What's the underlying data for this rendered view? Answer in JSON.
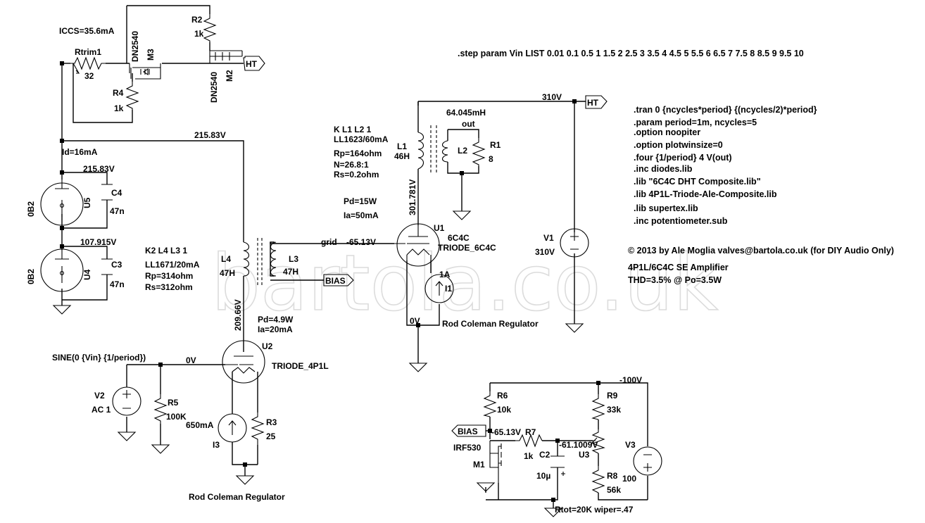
{
  "watermark": "bartola.co.uk",
  "directives": [
    ".step param Vin  LIST 0.01 0.1 0.5 1 1.5 2 2.5 3 3.5 4 4.5 5 5.5 6 6.5 7 7.5 8 8.5 9 9.5 10",
    ".tran 0 {ncycles*period} {(ncycles/2)*period}",
    ".param period=1m, ncycles=5",
    ".option noopiter",
    ".option plotwinsize=0",
    ".four {1/period} 4 V(out)",
    ".inc diodes.lib",
    ".lib \"6C4C DHT Composite.lib\"",
    ".lib 4P1L-Triode-Ale-Composite.lib",
    ".lib supertex.lib",
    ".inc potentiometer.sub"
  ],
  "credits": [
    "© 2013 by Ale Moglia valves@bartola.co.uk (for DIY Audio Only)",
    "4P1L/6C4C SE Amplifier",
    "THD=3.5% @ Po=3.5W"
  ],
  "labels": {
    "iccs": "ICCS=35.6mA",
    "rtrim1": "Rtrim1",
    "rtrim1_val": "32",
    "dn2540_m3": "DN2540",
    "m3": "M3",
    "r2": "R2",
    "r2_val": "1k",
    "m2": "M2",
    "dn2540_m2": "DN2540",
    "ht1": "HT",
    "r4": "R4",
    "r4_val": "1k",
    "v215_top": "215.83V",
    "id": "Id=16mA",
    "v215_mid": "215.83V",
    "ob2_u5": "0B2",
    "u5": "U5",
    "c4": "C4",
    "c4_val": "47n",
    "v107": "107.915V",
    "ob2_u4": "0B2",
    "u4": "U4",
    "c3": "C3",
    "c3_val": "47n",
    "k2l4l3": "K2 L4 L3 1",
    "ll1671": "LL1671/20mA",
    "rp314": "Rp=314ohm",
    "rs312": "Rs=312ohm",
    "l4": "L4",
    "l4_val": "47H",
    "l3": "L3",
    "l3_val": "47H",
    "bias1": "BIAS",
    "v209": "209.66V",
    "pd49": "Pd=4.9W",
    "ia20": "Ia=20mA",
    "u2": "U2",
    "triode4p1l": "TRIODE_4P1L",
    "sine": "SINE(0 {Vin} {1/period})",
    "v0_in": "0V",
    "v2": "V2",
    "ac1": "AC 1",
    "r5": "R5",
    "r5_val": "100K",
    "i3_val": "650mA",
    "i3": "I3",
    "r3": "R3",
    "r3_val": "25",
    "rcr1": "Rod Coleman Regulator",
    "kl1l2": "K L1 L2 1",
    "ll1623": "LL1623/60mA",
    "rp164": "Rp=164ohm",
    "n268": "N=26.8:1",
    "rs02": "Rs=0.2ohm",
    "l1": "L1",
    "l1_val": "46H",
    "l2": "L2",
    "mh": "64.045mH",
    "out": "out",
    "r1": "R1",
    "r1_val": "8",
    "v301": "301.781V",
    "pd15": "Pd=15W",
    "ia50": "Ia=50mA",
    "grid": "grid",
    "vgrid": "-65.13V",
    "u1": "U1",
    "c6c4c": "6C4C",
    "triode6c4c": "TRIODE_6C4C",
    "i1_val": "1A",
    "i1": "I1",
    "v0_u1": "0V",
    "rcr2": "Rod Coleman Regulator",
    "v310": "310V",
    "ht2": "HT",
    "v1": "V1",
    "v1_val": "310V",
    "vneg100": "-100V",
    "r6": "R6",
    "r6_val": "10k",
    "r9": "R9",
    "r9_val": "33k",
    "bias2": "BIAS",
    "vb": "-65.13V",
    "r7": "R7",
    "r7_val": "1k",
    "irf530": "IRF530",
    "m1": "M1",
    "c2": "C2",
    "c2_val": "10µ",
    "v61": "-61.1009V",
    "u3": "U3",
    "v3": "V3",
    "r8": "R8",
    "r8_val": "56k",
    "v3_val": "100",
    "rtot": "Rtot=20K wiper=.47"
  }
}
